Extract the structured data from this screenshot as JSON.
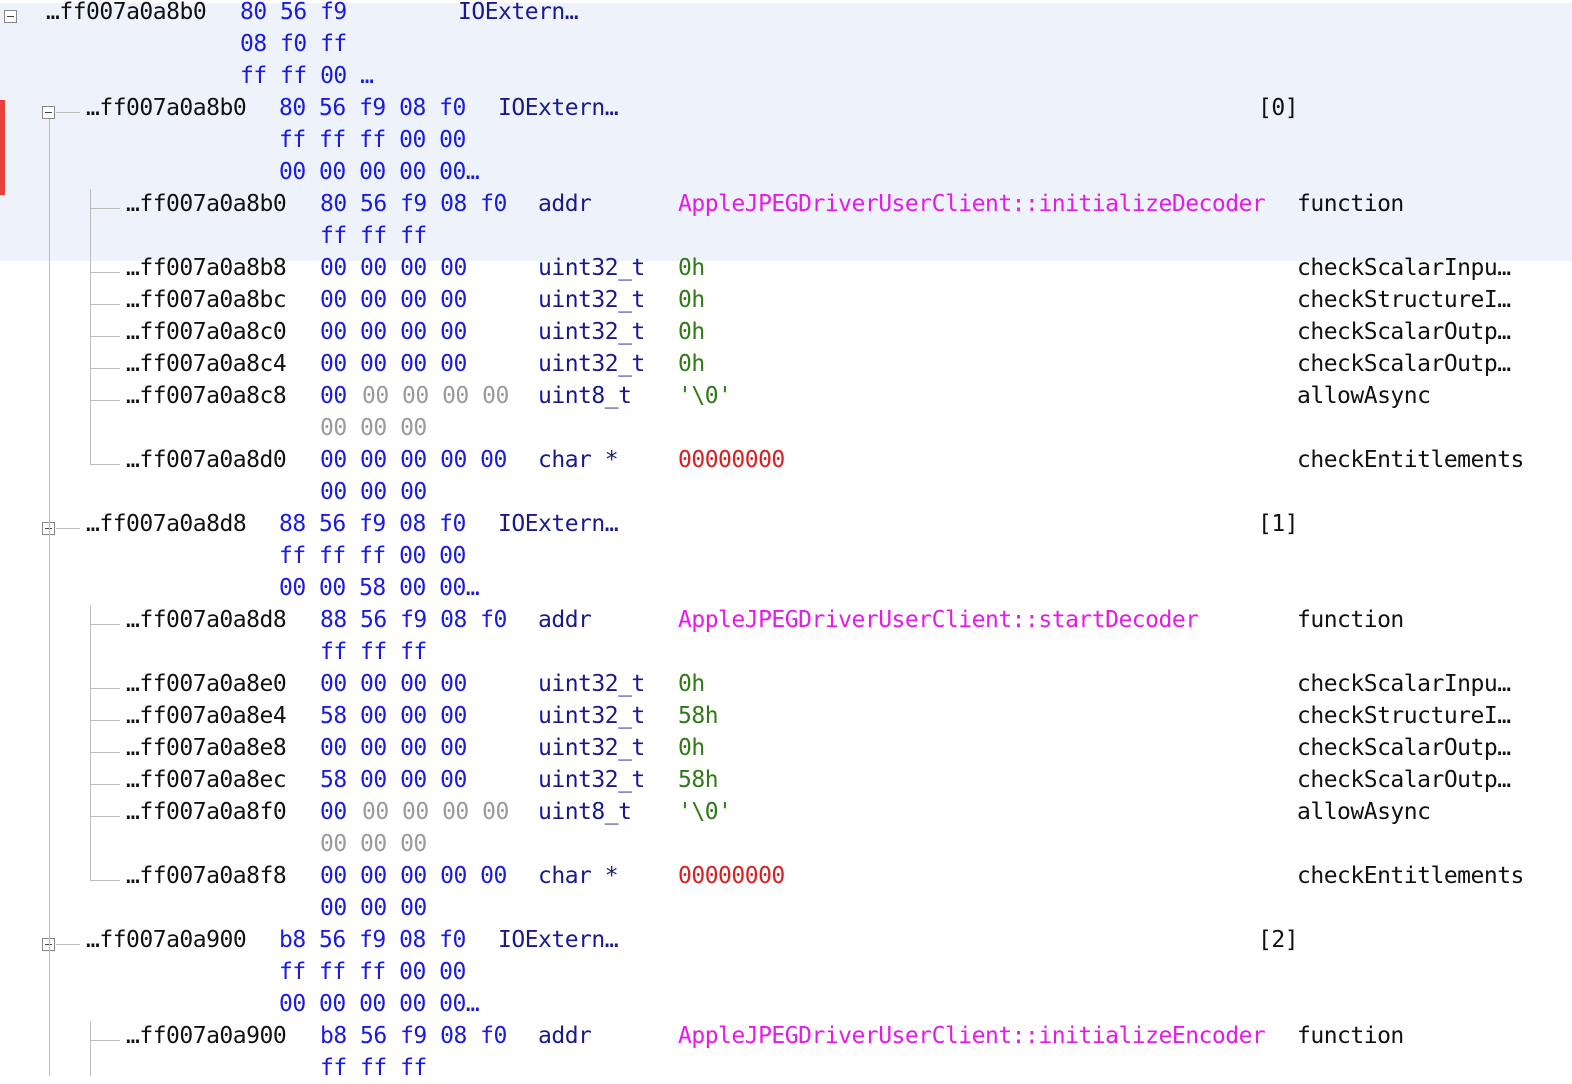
{
  "listing": {
    "top_row": {
      "address": "…ff007a0a8b0",
      "bytes": [
        [
          "80 56 f9",
          ""
        ],
        [
          "08 f0 ff",
          ""
        ],
        [
          "ff ff 00 …",
          ""
        ]
      ],
      "type": "IOExtern…"
    },
    "groups": [
      {
        "address": "…ff007a0a8b0",
        "bytes": [
          "80 56 f9 08 f0",
          "ff ff ff 00 00",
          "00 00 00 00 00…"
        ],
        "type": "IOExtern…",
        "index": "[0]",
        "fields": [
          {
            "address": "…ff007a0a8b0",
            "bytes": [
              "80 56 f9 08 f0",
              "ff ff ff"
            ],
            "type": "addr",
            "value": "AppleJPEGDriverUserClient::initializeDecoder",
            "label": "function"
          },
          {
            "address": "…ff007a0a8b8",
            "bytes": [
              "00 00 00 00"
            ],
            "type": "uint32_t",
            "value": "0h",
            "label": "checkScalarInpu…"
          },
          {
            "address": "…ff007a0a8bc",
            "bytes": [
              "00 00 00 00"
            ],
            "type": "uint32_t",
            "value": "0h",
            "label": "checkStructureI…"
          },
          {
            "address": "…ff007a0a8c0",
            "bytes": [
              "00 00 00 00"
            ],
            "type": "uint32_t",
            "value": "0h",
            "label": "checkScalarOutp…"
          },
          {
            "address": "…ff007a0a8c4",
            "bytes": [
              "00 00 00 00"
            ],
            "type": "uint32_t",
            "value": "0h",
            "label": "checkScalarOutp…"
          },
          {
            "address": "…ff007a0a8c8",
            "bytes_first": "00",
            "bytes_rest": [
              "00 00 00 00",
              "00 00 00"
            ],
            "type": "uint8_t",
            "value": "'\\0'",
            "label": "allowAsync"
          },
          {
            "address": "…ff007a0a8d0",
            "bytes": [
              "00 00 00 00 00",
              "00 00 00"
            ],
            "type": "char *",
            "value": "00000000",
            "label": "checkEntitlements"
          }
        ]
      },
      {
        "address": "…ff007a0a8d8",
        "bytes": [
          "88 56 f9 08 f0",
          "ff ff ff 00 00",
          "00 00 58 00 00…"
        ],
        "type": "IOExtern…",
        "index": "[1]",
        "fields": [
          {
            "address": "…ff007a0a8d8",
            "bytes": [
              "88 56 f9 08 f0",
              "ff ff ff"
            ],
            "type": "addr",
            "value": "AppleJPEGDriverUserClient::startDecoder",
            "label": "function"
          },
          {
            "address": "…ff007a0a8e0",
            "bytes": [
              "00 00 00 00"
            ],
            "type": "uint32_t",
            "value": "0h",
            "label": "checkScalarInpu…"
          },
          {
            "address": "…ff007a0a8e4",
            "bytes": [
              "58 00 00 00"
            ],
            "type": "uint32_t",
            "value": "58h",
            "label": "checkStructureI…"
          },
          {
            "address": "…ff007a0a8e8",
            "bytes": [
              "00 00 00 00"
            ],
            "type": "uint32_t",
            "value": "0h",
            "label": "checkScalarOutp…"
          },
          {
            "address": "…ff007a0a8ec",
            "bytes": [
              "58 00 00 00"
            ],
            "type": "uint32_t",
            "value": "58h",
            "label": "checkScalarOutp…"
          },
          {
            "address": "…ff007a0a8f0",
            "bytes_first": "00",
            "bytes_rest": [
              "00 00 00 00",
              "00 00 00"
            ],
            "type": "uint8_t",
            "value": "'\\0'",
            "label": "allowAsync"
          },
          {
            "address": "…ff007a0a8f8",
            "bytes": [
              "00 00 00 00 00",
              "00 00 00"
            ],
            "type": "char *",
            "value": "00000000",
            "label": "checkEntitlements"
          }
        ]
      },
      {
        "address": "…ff007a0a900",
        "bytes": [
          "b8 56 f9 08 f0",
          "ff ff ff 00 00",
          "00 00 00 00 00…"
        ],
        "type": "IOExtern…",
        "index": "[2]",
        "fields": [
          {
            "address": "…ff007a0a900",
            "bytes": [
              "b8 56 f9 08 f0",
              "ff ff ff"
            ],
            "type": "addr",
            "value": "AppleJPEGDriverUserClient::initializeEncoder",
            "label": "function"
          }
        ]
      }
    ]
  },
  "colors": {
    "hex_bytes": "#1a1ae0",
    "padding_bytes": "#9a9a9a",
    "int_value": "#2f7a17",
    "pointer_value": "#d82020",
    "function_symbol": "#e61ae6",
    "selection_bg": "#eef3fb",
    "cursor_marker": "#e8403a"
  },
  "icons": {
    "collapse": "collapse-toggle-icon",
    "tree": "tree-connector"
  }
}
